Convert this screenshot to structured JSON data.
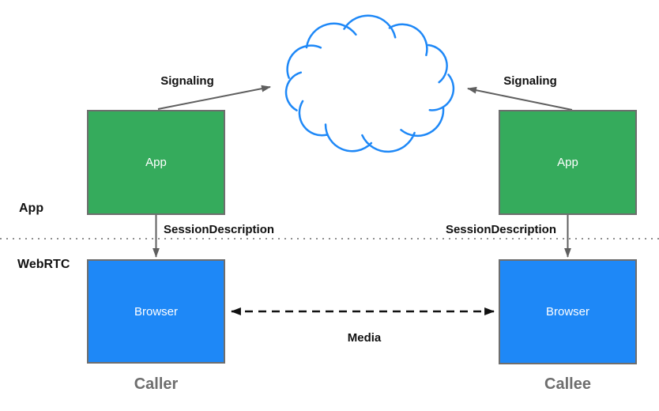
{
  "colors": {
    "app_box_fill": "#35ab5c",
    "browser_box_fill": "#1e88f7",
    "cloud_stroke": "#1e88f7",
    "box_border": "#6e6e6e",
    "arrow_gray": "#5f5f5f",
    "arrow_black": "#111111",
    "role_label_text": "#6e6e6e",
    "divider_dots": "#8f8f8f",
    "label_text": "#111111"
  },
  "layers": {
    "app": "App",
    "webrtc": "WebRTC"
  },
  "caller": {
    "app_box_label": "App",
    "browser_box_label": "Browser",
    "role_label": "Caller",
    "signaling_label": "Signaling",
    "session_description_label": "SessionDescription"
  },
  "callee": {
    "app_box_label": "App",
    "browser_box_label": "Browser",
    "role_label": "Callee",
    "signaling_label": "Signaling",
    "session_description_label": "SessionDescription"
  },
  "media_label": "Media"
}
